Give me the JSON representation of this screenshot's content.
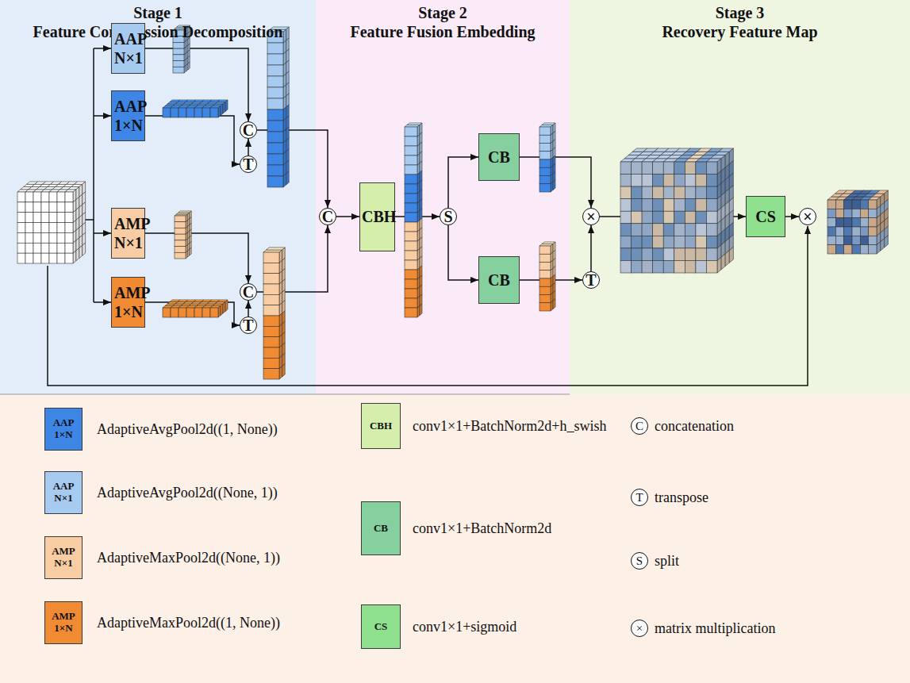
{
  "diagram": {
    "nodes": [
      {
        "text": [
          "Stage 1",
          "Feature Compression Decomposition"
        ]
      },
      {
        "text": [
          "AAP N×1"
        ],
        "in": 0
      },
      {
        "text": [
          "C"
        ],
        "in": 0
      },
      {
        "text": [
          "AAP 1×N"
        ],
        "in": 0
      },
      {
        "text": [
          "T"
        ],
        "in": 0
      },
      {
        "text": [
          "AMP N×1"
        ],
        "in": 0
      },
      {
        "text": [
          "C"
        ],
        "in": 0
      },
      {
        "text": [
          "AMP 1×N"
        ],
        "in": 0
      },
      {
        "text": [
          "T"
        ],
        "in": 0
      },
      {
        "text": [
          "Stage 2",
          "Feature Fusion Embedding"
        ]
      },
      {
        "text": [
          "C"
        ],
        "in": 9
      },
      {
        "text": [
          "CBH"
        ],
        "in": 9
      },
      {
        "text": [
          "S"
        ],
        "in": 9
      },
      {
        "text": [
          "CB"
        ],
        "in": 9
      },
      {
        "text": [
          "CB"
        ],
        "in": 9
      },
      {
        "text": [
          "Stage 3",
          "Recovery Feature Map"
        ]
      },
      {
        "text": [
          "×"
        ],
        "in": 15
      },
      {
        "text": [
          "T"
        ],
        "in": 15
      },
      {
        "text": [
          "CS"
        ],
        "in": 15
      },
      {
        "text": [
          "×"
        ],
        "in": 15
      },
      {
        "text": [
          "AAP 1×N"
        ]
      },
      {
        "text": [
          "CBH"
        ]
      },
      {
        "text": [
          "C"
        ]
      },
      {
        "text": [
          "AAP N×1"
        ]
      },
      {
        "text": [
          "CB"
        ]
      },
      {
        "text": [
          "T"
        ]
      },
      {
        "text": [
          "AMP N×1"
        ]
      },
      {
        "text": [
          "S"
        ]
      },
      {
        "text": [
          "AMP 1×N"
        ]
      },
      {
        "text": [
          "CS"
        ]
      },
      {
        "text": [
          "×"
        ]
      }
    ],
    "edges": [
      {
        "from": 1,
        "to": 2,
        "arrow": "to"
      },
      {
        "from": 3,
        "to": 4,
        "arrow": "to"
      },
      {
        "from": 4,
        "to": 2,
        "arrow": "to"
      },
      {
        "from": 2,
        "to": 10,
        "arrow": "to"
      },
      {
        "from": 5,
        "to": 6,
        "arrow": "to"
      },
      {
        "from": 7,
        "to": 8,
        "arrow": "to"
      },
      {
        "from": 8,
        "to": 6,
        "arrow": "to"
      },
      {
        "from": 6,
        "to": 10,
        "arrow": "to"
      },
      {
        "from": 10,
        "to": 11,
        "arrow": "to"
      },
      {
        "from": 11,
        "to": 12,
        "arrow": "to"
      },
      {
        "from": 12,
        "to": 13,
        "arrow": "to"
      },
      {
        "from": 12,
        "to": 14,
        "arrow": "to"
      },
      {
        "from": 13,
        "to": 16,
        "arrow": "to"
      },
      {
        "from": 14,
        "to": 17,
        "arrow": "to"
      },
      {
        "from": 17,
        "to": 16,
        "arrow": "to"
      },
      {
        "from": 16,
        "to": 18,
        "arrow": "to"
      },
      {
        "from": 18,
        "to": 19,
        "arrow": "to"
      }
    ],
    "labels": [
      "AdaptiveAvgPool2d((1, None))",
      "conv1×1+BatchNorm2d+h_swish",
      "concatenation",
      "AdaptiveAvgPool2d((None, 1))",
      "conv1×1+BatchNorm2d",
      "transpose",
      "AdaptiveMaxPool2d((None, 1))",
      "split",
      "AdaptiveMaxPool2d((1, None))",
      "conv1×1+sigmoid",
      "matrix multiplication"
    ]
  }
}
